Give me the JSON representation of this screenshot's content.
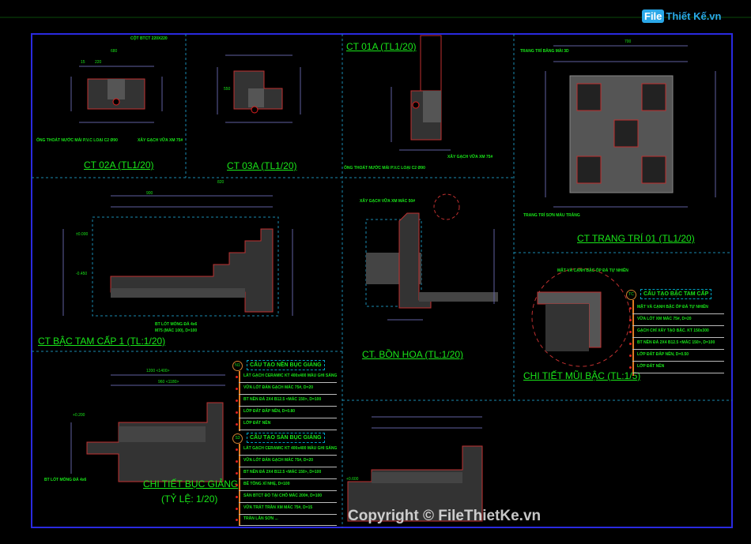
{
  "logo": {
    "file": "File",
    "rest": "Thiết Kế.vn"
  },
  "copyright": "Copyright © FileThietKe.vn",
  "titles": {
    "ct02a": "CT 02A (TL1/20)",
    "ct03a": "CT 03A (TL1/20)",
    "ct01a": "CT 01A (TL1/20)",
    "trang_tri": "CT TRANG TRÍ 01 (TL1/20)",
    "bac_tam_cap": "CT BẬC TAM CẤP 1 (TL:1/20)",
    "bon_hoa": "CT. BỒN HOA (TL:1/20)",
    "mui_bac": "CHI TIẾT MŨI BẬC (TL:1/5)",
    "buc_giang_1": "CHI TIẾT BỤC GIẢNG",
    "buc_giang_2": "(TỶ LỆ: 1/20)"
  },
  "notes": {
    "cot_btct": "CỘT BTCT 220X220",
    "ong_thoat": "ỐNG THOÁT NƯỚC MÁI P.V.C LOẠI C2 Ø90",
    "xay_gach": "XÂY GẠCH VỮA XM 75#",
    "trang_tri_top": "TRANG TRÍ BẰNG MÀI 3D",
    "trang_tri_bot": "TRANG TRÍ SƠN MÀU TRẮNG",
    "mat_va_canh": "MẶT VÀ CẠNH BẬC ỐP ĐÁ TỰ NHIÊN",
    "bt_lot": "BT LÓT MÓNG ĐÁ 4x6",
    "mac": "M75 (MÁC 100), D=100",
    "xay_gach_bh": "XÂY GẠCH VỮA XM MÁC 50#"
  },
  "dims": {
    "d680": "680",
    "d220": "220",
    "d15": "15",
    "d550": "550",
    "d700": "700",
    "d900": "900",
    "d820": "820",
    "d1200": "1200 <1400>",
    "d960": "960 <1180>",
    "lvl0": "±0.000",
    "lvl1": "-0.450",
    "lvl2": "+0.200",
    "lvl3": "+0.600"
  },
  "legends": {
    "bac_tam_cap": {
      "badge": "TC",
      "title": "CẤU TẠO BẬC TAM CẤP",
      "items": [
        "MẶT VÀ CẠNH BẬC ỐP ĐÁ TỰ NHIÊN",
        "VỮA LÓT XM MÁC 75#, D=20",
        "GẠCH CHỈ XÂY TẠO BẬC. KT 150x300",
        "BT NỀN ĐÁ 2X4 B12.5 <MÁC 150>, D=100",
        "LỚP ĐẤT ĐẮP NỀN, D=0.50",
        "LỚP ĐẤT NỀN"
      ]
    },
    "nen_buc_giang": {
      "badge": "N1",
      "title": "CẤU TẠO NỀN BỤC GIẢNG",
      "items": [
        "LÁT GẠCH CERAMIC KT 400x400 MÀU GHI SÁNG",
        "VỮA LÓT ĐÁN GẠCH MÁC 75#, D=20",
        "BT NỀN ĐÁ 2X4 B12.5 <MÁC 150>, D=100",
        "LỚP ĐẤT ĐẮP NỀN, D=0.80",
        "LỚP ĐẤT NỀN"
      ]
    },
    "san_buc_giang": {
      "badge": "S3",
      "title": "CẤU TẠO SÀN BỤC GIẢNG",
      "items": [
        "LÁT GẠCH CERAMIC KT 400x400 MÀU GHI SÁNG",
        "VỮA LÓT ĐÁN GẠCH MÁC 75#, D=20",
        "BT NỀN ĐÁ 2X4 B12.5 <MÁC 150>, D=100",
        "BÊ TÔNG XỈ NHẸ, D=100",
        "SÀN BTCT ĐỔ TẠI CHỖ MÁC 200#, D=100",
        "VỮA TRÁT TRẦN XM MÁC 75#, D=15",
        "TRẦN LĂN SƠN ..."
      ]
    }
  }
}
